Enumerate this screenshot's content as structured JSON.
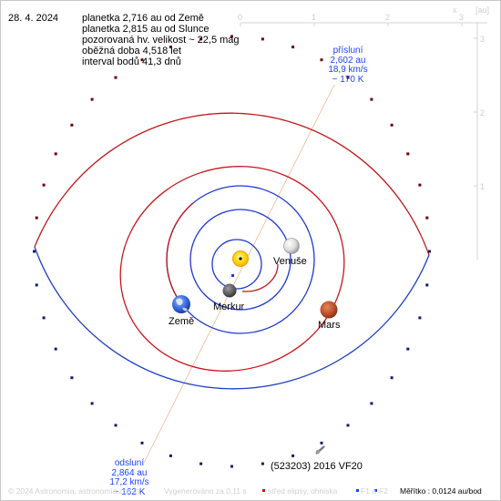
{
  "header": {
    "date": "28. 4. 2024",
    "info_lines": [
      "planetka 2,716 au od Země",
      "planetka 2,815 au od Slunce",
      "pozorovaná hv. velikost ~ 22,5 mag",
      "oběžná doba 4,518 let",
      "interval bodů 41,3 dnů"
    ]
  },
  "scale": {
    "x_ticks": [
      "0",
      "1",
      "2",
      "3"
    ],
    "y_ticks": [
      "3",
      "2",
      "1"
    ],
    "x_label": "x",
    "unit_label": "[au]"
  },
  "perihelion": {
    "title": "přísluní",
    "dist": "2,602 au",
    "speed": "18,9 km/s",
    "temp": "~ 170 K"
  },
  "aphelion": {
    "title": "odsluní",
    "dist": "2,864 au",
    "speed": "17,2 km/s",
    "temp": "~ 162 K"
  },
  "bodies": {
    "venus": "Venuše",
    "earth": "Země",
    "mercury": "Merkur",
    "mars": "Mars",
    "asteroid": "(523203) 2016 VF20"
  },
  "footer": {
    "copyright": "© 2024 Astronomia, astronomia.zcu.cz",
    "generated": "Vygenerováno za 0,11 s",
    "legend_center": "střed elipsy, ohniska",
    "legend_f": "F1 a",
    "legend_f2": "F2",
    "scale": "Měřítko : 0,0124 au/bod"
  },
  "colors": {
    "earth_orbit": "#1f37d6",
    "mars_orbit": "#c8151b",
    "asteroid_orbit": "#c01818",
    "asteroid_blue": "#2040c8",
    "text_blue": "#1a44ff",
    "apsis_line": "#f2b890",
    "sun": "#ffd200"
  },
  "icons": {
    "sun": "sun-icon",
    "venus": "venus-planet-icon",
    "earth": "earth-planet-icon",
    "mercury": "mercury-planet-icon",
    "mars": "mars-planet-icon",
    "asteroid": "asteroid-marker-icon"
  }
}
